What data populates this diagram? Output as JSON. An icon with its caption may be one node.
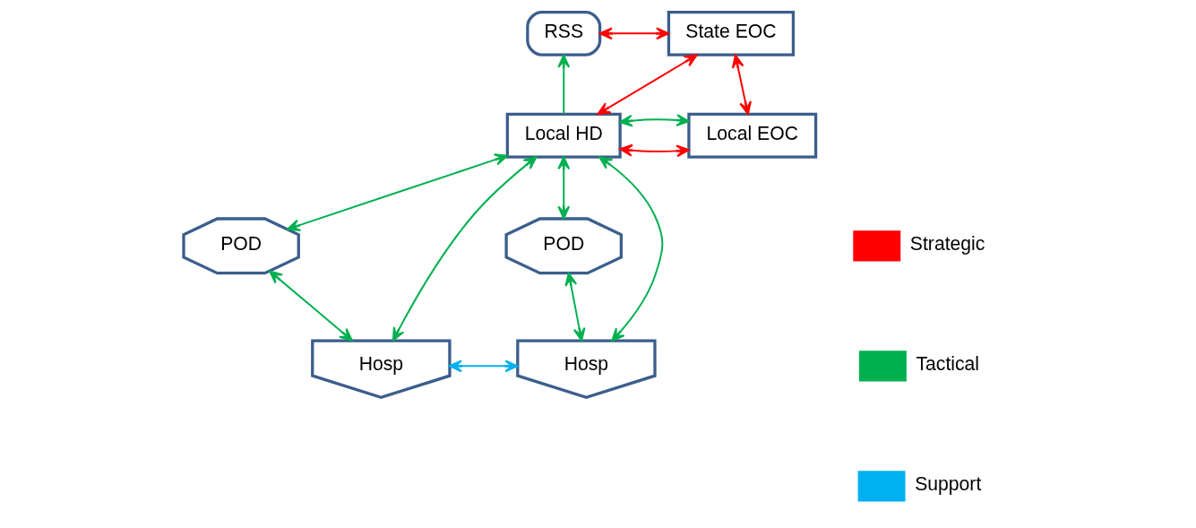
{
  "diagram": {
    "nodes": [
      {
        "text": [
          "RSS"
        ]
      },
      {
        "text": [
          "State EOC"
        ]
      },
      {
        "text": [
          "Local HD"
        ]
      },
      {
        "text": [
          "Local EOC"
        ]
      },
      {
        "text": [
          "POD"
        ]
      },
      {
        "text": [
          "POD"
        ]
      },
      {
        "text": [
          "Hosp"
        ]
      },
      {
        "text": [
          "Hosp"
        ]
      }
    ],
    "edges": [
      {
        "from": 2,
        "to": 0,
        "arrow": "to"
      },
      {
        "from": 0,
        "to": 1,
        "arrow": "both",
        "color": "#ff0000"
      },
      {
        "from": 1,
        "to": 2,
        "arrow": "both",
        "color": "#ff0000"
      },
      {
        "from": 1,
        "to": 3,
        "arrow": "both",
        "color": "#ff0000"
      },
      {
        "from": 2,
        "to": 3,
        "arrow": "both",
        "color": "#ff0000"
      },
      {
        "from": 2,
        "to": 3,
        "arrow": "both"
      },
      {
        "from": 2,
        "to": 4,
        "arrow": "both"
      },
      {
        "from": 2,
        "to": 5,
        "arrow": "both"
      },
      {
        "from": 5,
        "to": 7,
        "arrow": "both"
      },
      {
        "from": 4,
        "to": 6,
        "arrow": "both"
      },
      {
        "from": 2,
        "to": 6,
        "arrow": "both"
      },
      {
        "from": 6,
        "to": 7,
        "arrow": "both",
        "color": "#00b0f0"
      },
      {
        "from": 2,
        "to": 7,
        "arrow": "both"
      }
    ],
    "legend": [
      {
        "text": "Strategic",
        "color": "#ff0000"
      },
      {
        "text": "Tactical",
        "color": "#00b050"
      },
      {
        "text": "Support",
        "color": "#00b0f0"
      }
    ]
  }
}
